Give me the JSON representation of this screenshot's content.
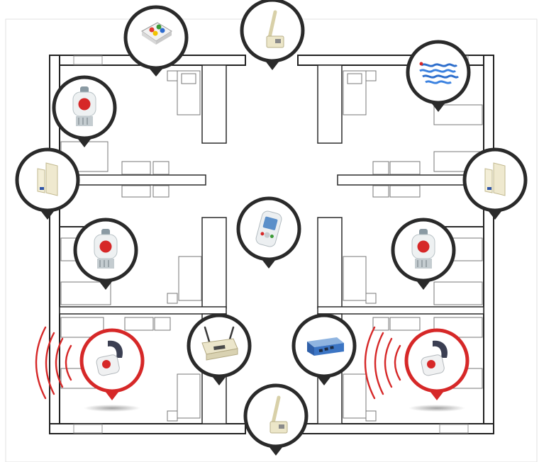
{
  "diagram": {
    "kind": "floor-plan-device-map",
    "colors": {
      "pin_normal": "#2a2a2a",
      "pin_alert": "#d62828",
      "wall": "#2b2b2b",
      "furniture": "#777777",
      "signal_wave": "#d62828"
    },
    "pins": [
      {
        "id": "p1",
        "device": "wall-switch-panel-icon",
        "state": "normal"
      },
      {
        "id": "p2",
        "device": "wall-antenna-icon",
        "state": "normal"
      },
      {
        "id": "p3",
        "device": "infrared-sensor-icon",
        "state": "normal"
      },
      {
        "id": "p4",
        "device": "pendant-call-button-icon",
        "state": "normal"
      },
      {
        "id": "p5",
        "device": "door-sensor-icon",
        "state": "normal"
      },
      {
        "id": "p6",
        "device": "door-sensor-icon",
        "state": "normal"
      },
      {
        "id": "p7",
        "device": "pendant-call-button-icon",
        "state": "normal"
      },
      {
        "id": "p8",
        "device": "handheld-pager-icon",
        "state": "normal"
      },
      {
        "id": "p9",
        "device": "pendant-call-button-icon",
        "state": "normal"
      },
      {
        "id": "p10",
        "device": "wristband-call-button-icon",
        "state": "alert"
      },
      {
        "id": "p11",
        "device": "receiver-gateway-icon",
        "state": "normal"
      },
      {
        "id": "p12",
        "device": "server-box-icon",
        "state": "normal"
      },
      {
        "id": "p13",
        "device": "wristband-call-button-icon",
        "state": "alert"
      },
      {
        "id": "p14",
        "device": "wall-antenna-icon",
        "state": "normal"
      }
    ]
  }
}
